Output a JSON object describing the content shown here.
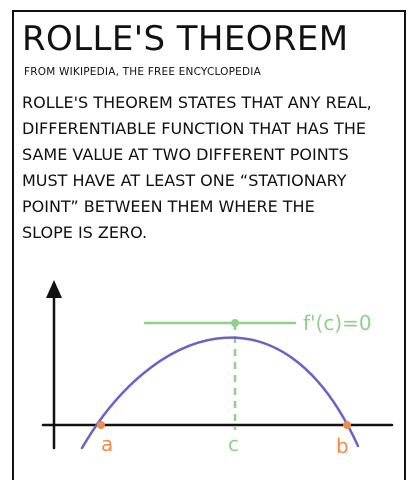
{
  "article": {
    "title": "ROLLE'S THEOREM",
    "subtitle": "FROM WIKIPEDIA, THE FREE ENCYCLOPEDIA",
    "body": "ROLLE'S THEOREM STATES THAT ANY REAL,\nDIFFERENTIABLE FUNCTION THAT HAS THE\nSAME VALUE AT TWO DIFFERENT POINTS\nMUST HAVE AT LEAST ONE “STATIONARY\nPOINT” BETWEEN THEM WHERE THE\nSLOPE IS ZERO."
  },
  "diagram": {
    "tangent_label": "f'(c)=0",
    "point_a_label": "a",
    "point_b_label": "b",
    "point_c_label": "c"
  },
  "colors": {
    "ink": "#111111",
    "curve": "#6a63c7",
    "tangent": "#8fd08a",
    "endpoints": "#f28a4a"
  }
}
